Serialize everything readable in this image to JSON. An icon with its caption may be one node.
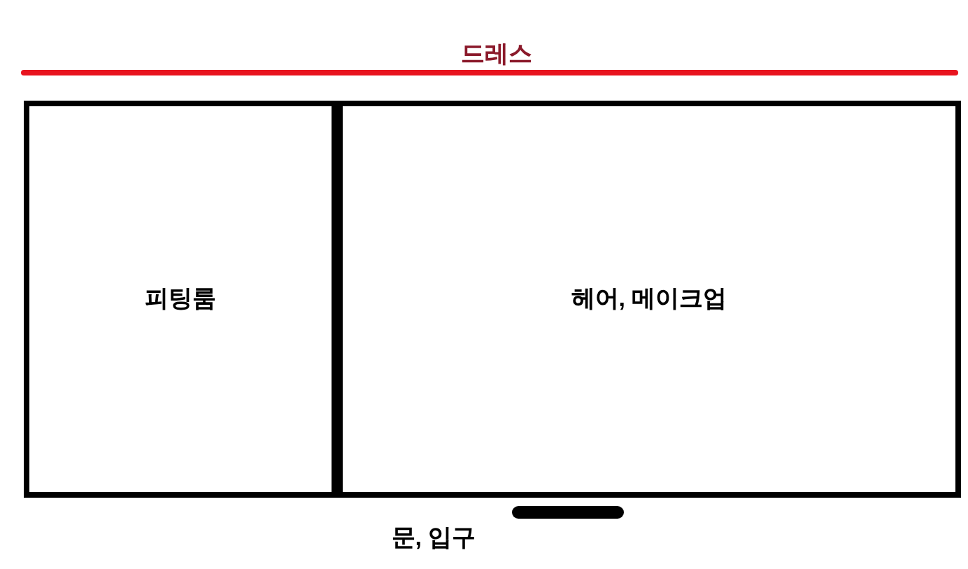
{
  "diagram": {
    "nodes": [
      {
        "text": [
          "피팅룸"
        ]
      },
      {
        "text": [
          "헤어, 메이크업"
        ]
      }
    ],
    "labels": [
      "드레스",
      "문, 입구"
    ]
  }
}
